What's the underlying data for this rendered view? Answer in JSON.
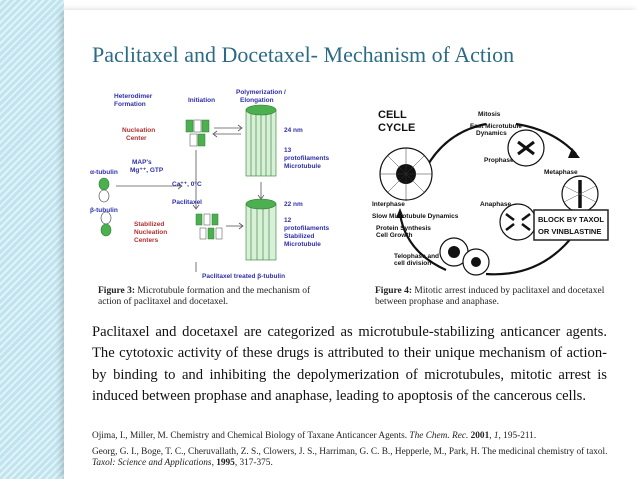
{
  "slide": {
    "title": "Paclitaxel and Docetaxel- Mechanism of Action"
  },
  "figure3": {
    "labels": {
      "heterodimer": "Heterodimer",
      "formation": "Formation",
      "initiation": "Initiation",
      "polymerization": "Polymerization /",
      "elongation": "Elongation",
      "nucleation": "Nucleation",
      "center": "Center",
      "maps": "MAP's",
      "mg_gtp": "Mg⁺⁺, GTP",
      "ca": "Ca⁺⁺, 0°C",
      "alpha": "α-tubulin",
      "beta": "β-tubulin",
      "nm24": "24 nm",
      "pf13a": "13",
      "pf13b": "protofilaments",
      "pf13c": "Microtubule",
      "paclitaxel": "Paclitaxel",
      "nm22": "22 nm",
      "pf12a": "12",
      "pf12b": "protofilaments",
      "pf12c": "Stabilized",
      "pf12d": "Microtubule",
      "stab1": "Stabilized",
      "stab2": "Nucleation",
      "stab3": "Centers",
      "treated": "Paclitaxel treated β-tubulin"
    },
    "caption_label": "Figure 3:",
    "caption_text": " Microtubule formation and the mechanism of action of paclitaxel and docetaxel."
  },
  "figure4": {
    "labels": {
      "cell1": "CELL",
      "cell2": "CYCLE",
      "mitosis": "Mitosis",
      "fast1": "Fast Microtubule",
      "fast2": "Dynamics",
      "prophase": "Prophase",
      "metaphase": "Metaphase",
      "interphase": "Interphase",
      "anaphase": "Anaphase",
      "slow": "Slow Microtubule Dynamics",
      "protein1": "Protein Synthesis",
      "protein2": "Cell Growth",
      "telophase1": "Telophase and",
      "telophase2": "cell division",
      "block1": "BLOCK BY TAXOL",
      "block2": "OR VINBLASTINE"
    },
    "caption_label": "Figure 4:",
    "caption_text": " Mitotic arrest induced by paclitaxel and docetaxel between prophase and anaphase."
  },
  "body": {
    "paragraph": "Paclitaxel and docetaxel are categorized as microtubule-stabilizing anticancer agents. The cytotoxic activity of these drugs is attributed to their unique mechanism of action- by binding to and inhibiting the depolymerization of microtubules, mitotic arrest is induced between prophase and anaphase, leading to apoptosis of the cancerous cells."
  },
  "references": {
    "ref1_a": "Ojima, I., Miller, M. Chemistry and Chemical Biology of Taxane Anticancer Agents. ",
    "ref1_journal": "The Chem. Rec.",
    "ref1_b": " ",
    "ref1_year": "2001",
    "ref1_c": ", ",
    "ref1_vol": "1",
    "ref1_d": ", 195-211.",
    "ref2_a": "Georg, G. I., Boge, T. C., Cheruvallath, Z. S., Clowers, J. S., Harriman, G. C. B., Hepperle, M., Park, H. The medicinal chemistry of taxol. ",
    "ref2_journal": "Taxol: Science and Applications",
    "ref2_b": ", ",
    "ref2_year": "1995",
    "ref2_c": ", 317-375."
  },
  "colors": {
    "title": "#2c6b86",
    "strip": "#bfe4f0",
    "tubulin_alpha": "#4caf50",
    "tubulin_beta": "#ffffff",
    "label_blue": "#2f2fa8",
    "label_red": "#b03030",
    "block_box": "#222222"
  }
}
